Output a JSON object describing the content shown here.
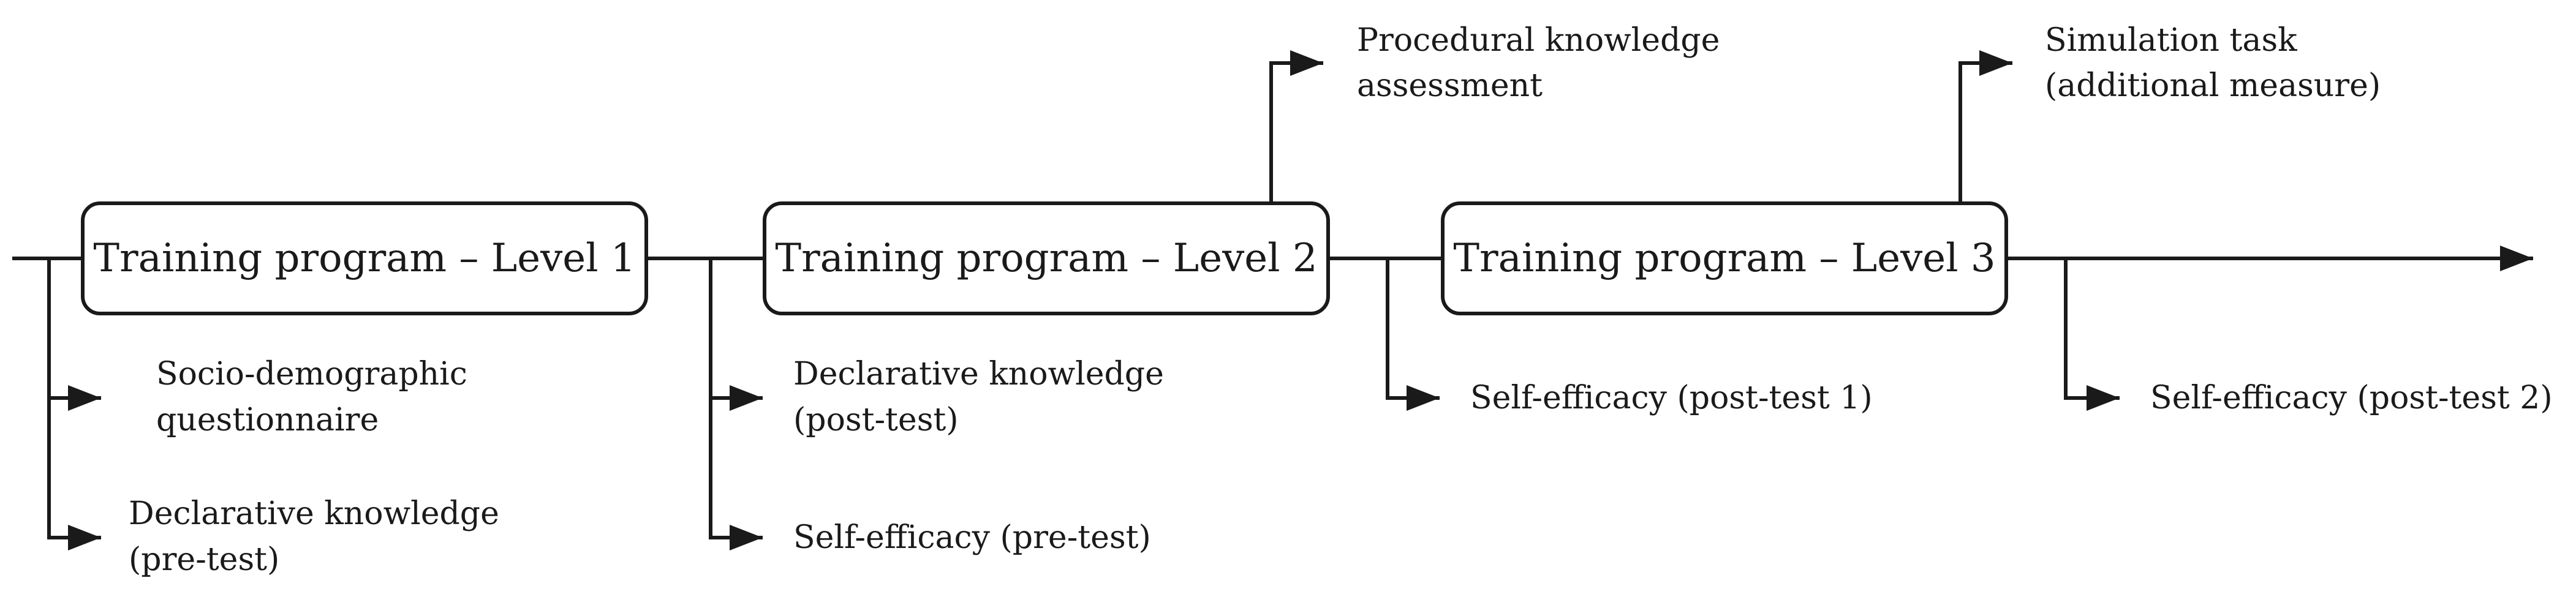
{
  "diagram": {
    "stages": [
      {
        "label": "Training program – Level 1"
      },
      {
        "label": "Training program – Level 2"
      },
      {
        "label": "Training program – Level 3"
      }
    ],
    "measures": {
      "socio_demographic": [
        "Socio-demographic",
        "questionnaire"
      ],
      "declarative_pre": [
        "Declarative knowledge",
        "(pre-test)"
      ],
      "declarative_post": [
        "Declarative knowledge",
        "(post-test)"
      ],
      "self_efficacy_pre": [
        "Self-efficacy (pre-test)"
      ],
      "procedural": [
        "Procedural knowledge",
        "assessment"
      ],
      "self_efficacy_post1": [
        "Self-efficacy (post-test 1)"
      ],
      "simulation": [
        "Simulation task",
        "(additional measure)"
      ],
      "self_efficacy_post2": [
        "Self-efficacy (post-test 2)"
      ]
    },
    "colors": {
      "stroke": "#1a1a1a",
      "text": "#1a1a1a",
      "background": "#ffffff"
    }
  }
}
